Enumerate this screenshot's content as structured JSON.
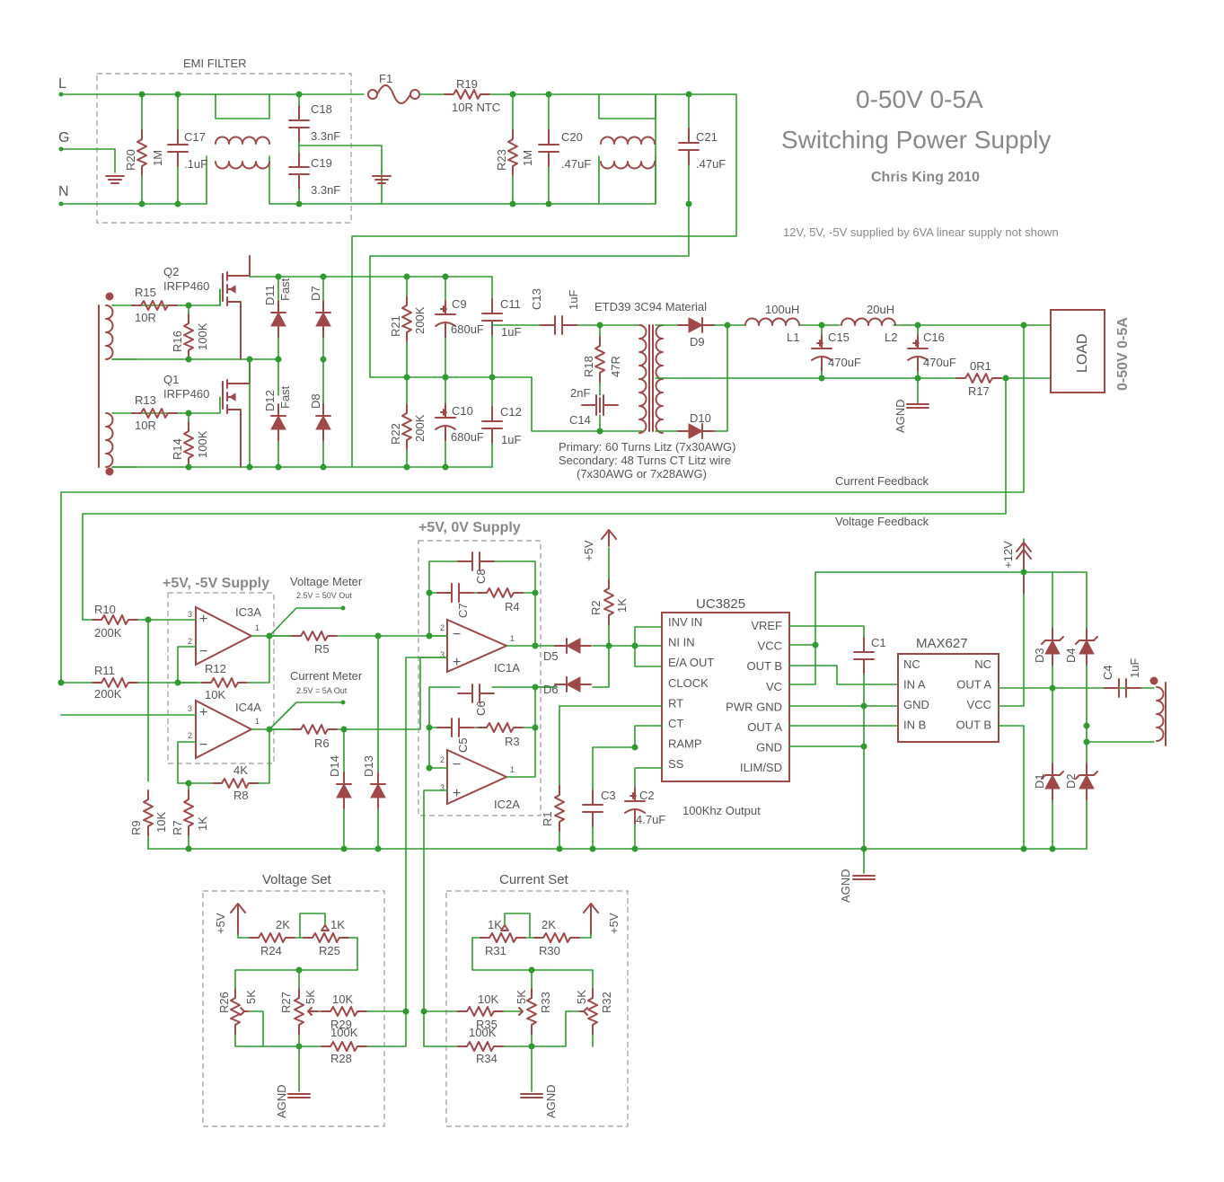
{
  "title": {
    "line1": "0-50V 0-5A",
    "line2": "Switching Power Supply",
    "author": "Chris King 2010",
    "note": "12V, 5V, -5V supplied by 6VA linear supply not shown"
  },
  "blocks": {
    "emi_filter": "EMI FILTER",
    "supply_5v_0v": "+5V, 0V Supply",
    "supply_5v_m5v": "+5V, -5V Supply",
    "voltage_set": "Voltage Set",
    "current_set": "Current Set"
  },
  "mains": {
    "l": "L",
    "g": "G",
    "n": "N"
  },
  "parts": {
    "f1": "F1",
    "r19": "R19",
    "r19_v": "10R NTC",
    "r20": "R20",
    "r20_v": "1M",
    "c17": "C17",
    "c17_v": ".1uF",
    "c18": "C18",
    "c18_v": "3.3nF",
    "c19": "C19",
    "c19_v": "3.3nF",
    "r23": "R23",
    "r23_v": "1M",
    "c20": "C20",
    "c20_v": ".47uF",
    "c21": "C21",
    "c21_v": ".47uF",
    "q2": "Q2",
    "q2_v": "IRFP460",
    "q1": "Q1",
    "q1_v": "IRFP460",
    "r15": "R15",
    "r15_v": "10R",
    "r16": "R16",
    "r16_v": "100K",
    "r13": "R13",
    "r13_v": "10R",
    "r14": "R14",
    "r14_v": "100K",
    "d11": "D11",
    "d11_v": "Fast",
    "d12": "D12",
    "d12_v": "Fast",
    "d7": "D7",
    "d8": "D8",
    "r21": "R21",
    "r21_v": "200K",
    "r22": "R22",
    "r22_v": "200K",
    "c9": "C9",
    "c9_v": "680uF",
    "c10": "C10",
    "c10_v": "680uF",
    "c11": "C11",
    "c11_v": "1uF",
    "c12": "C12",
    "c12_v": "1uF",
    "c13": "C13",
    "c13_v": "1uF",
    "r18": "R18",
    "r18_v": "47R",
    "c14": "C14",
    "c14_v": "2nF",
    "xfmr": "ETD39 3C94 Material",
    "d9": "D9",
    "d10": "D10",
    "l1": "L1",
    "l1_v": "100uH",
    "l2": "L2",
    "l2_v": "20uH",
    "c15": "C15",
    "c15_v": "470uF",
    "c16": "C16",
    "c16_v": "470uF",
    "r17": "R17",
    "r17_v": "0R1",
    "load": "LOAD",
    "out_rating": "0-50V 0-5A",
    "r10": "R10",
    "r10_v": "200K",
    "r11": "R11",
    "r11_v": "200K",
    "r12": "R12",
    "r12_v": "10K",
    "ic3a": "IC3A",
    "ic4a": "IC4A",
    "r8": "R8",
    "r8_v": "4K",
    "r9": "R9",
    "r9_v": "10K",
    "r7": "R7",
    "r7_v": "1K",
    "r5": "R5",
    "r6": "R6",
    "d13": "D13",
    "d14": "D14",
    "c7": "C7",
    "c8": "C8",
    "r4": "R4",
    "c5": "C5",
    "c6": "C6",
    "r3": "R3",
    "ic1a": "IC1A",
    "ic2a": "IC2A",
    "d5": "D5",
    "d6": "D6",
    "r2": "R2",
    "r2_v": "1K",
    "uc3825": "UC3825",
    "r1": "R1",
    "c3": "C3",
    "c2": "C2",
    "c2_v": "4.7uF",
    "c1": "C1",
    "max627": "MAX627",
    "d1": "D1",
    "d2": "D2",
    "d3": "D3",
    "d4": "D4",
    "c4": "C4",
    "c4_v": "1uF",
    "r24": "R24",
    "r24_v": "2K",
    "r25": "R25",
    "r25_v": "1K",
    "r26": "R26",
    "r26_v": "5K",
    "r27": "R27",
    "r27_v": "5K",
    "r29": "R29",
    "r29_v": "10K",
    "r28": "R28",
    "r28_v": "100K",
    "r31": "R31",
    "r31_v": "1K",
    "r30": "R30",
    "r30_v": "2K",
    "r35": "R35",
    "r35_v": "10K",
    "r33": "R33",
    "r33_v": "5K",
    "r32": "R32",
    "r32_v": "5K",
    "r34": "R34",
    "r34_v": "100K"
  },
  "notes": {
    "primary": "Primary: 60 Turns Litz (7x30AWG)",
    "secondary": "Secondary: 48 Turns CT Litz wire",
    "secondary2": "(7x30AWG or 7x28AWG)",
    "current_fb": "Current Feedback",
    "voltage_fb": "Voltage Feedback",
    "vmeter": "Voltage Meter",
    "vmeter_sub": "2.5V = 50V Out",
    "imeter": "Current Meter",
    "imeter_sub": "2.5V = 5A Out",
    "osc": "100Khz Output"
  },
  "rails": {
    "p5v": "+5V",
    "p12v": "+12V",
    "agnd": "AGND"
  },
  "uc3825_pins_left": [
    "INV IN",
    "NI IN",
    "E/A OUT",
    "CLOCK",
    "RT",
    "CT",
    "RAMP",
    "SS"
  ],
  "uc3825_pins_right": [
    "VREF",
    "VCC",
    "OUT B",
    "VC",
    "PWR GND",
    "OUT A",
    "GND",
    "ILIM/SD"
  ],
  "max627_pins_left": [
    "NC",
    "IN A",
    "GND",
    "IN B"
  ],
  "max627_pins_right": [
    "NC",
    "OUT A",
    "VCC",
    "OUT B"
  ],
  "opamp_pins": {
    "p1": "1",
    "p2": "2",
    "p3": "3"
  }
}
